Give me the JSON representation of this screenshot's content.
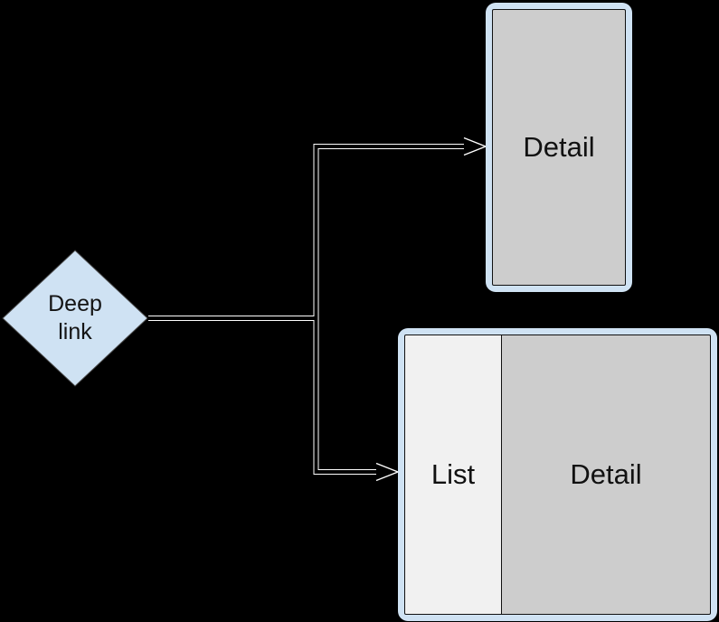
{
  "colors": {
    "background": "#000000",
    "node_blue": "#cfe2f3",
    "node_stroke": "#4a4a4a",
    "detail_fill": "#cdcdcd",
    "list_fill": "#f1f1f1",
    "panel_border": "#111111",
    "connector": "#ffffff",
    "text": "#141414"
  },
  "nodes": {
    "deep_link": {
      "label": "Deep link",
      "shape": "diamond",
      "fill": "#cfe2f3"
    },
    "detail_screen": {
      "label": "Detail",
      "fill": "#cdcdcd"
    },
    "list_detail_screen": {
      "list_label": "List",
      "detail_label": "Detail",
      "list_fill": "#f1f1f1",
      "detail_fill": "#cdcdcd"
    }
  },
  "connectors": [
    {
      "from": "deep_link",
      "to": "detail_screen",
      "arrow": "open"
    },
    {
      "from": "deep_link",
      "to": "list_detail_screen",
      "arrow": "open"
    }
  ]
}
